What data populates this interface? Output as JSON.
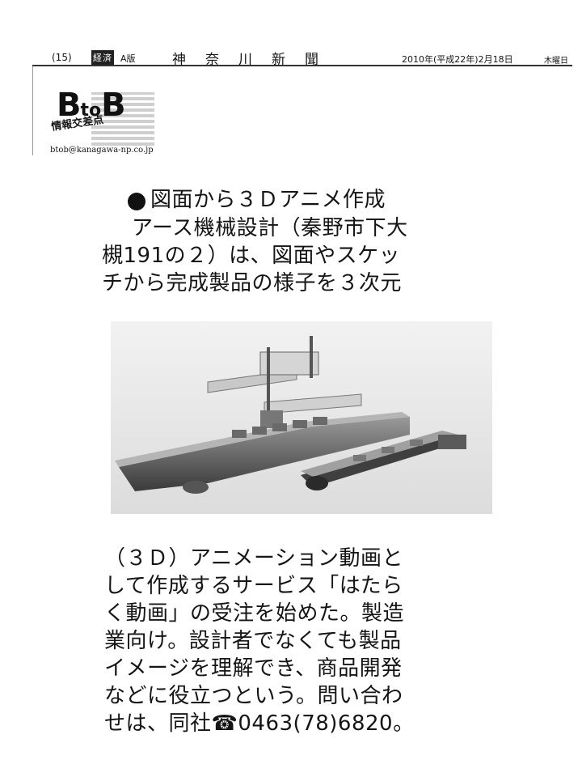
{
  "header": {
    "page": "(15)",
    "section": "経済",
    "edition": "A版",
    "paper": "神奈川新聞",
    "date": "2010年(平成22年)2月18日",
    "weekday": "木曜日"
  },
  "column": {
    "logo_b1": "B",
    "logo_to": "to",
    "logo_b2": "B",
    "subtitle": "情報交差点",
    "email": "btob@kanagawa-np.co.jp"
  },
  "article": {
    "headline": "図面から３Ｄアニメ作成",
    "lines_top": [
      "アース機械設計（秦野市下大",
      "槻191の２）は、図面やスケッ",
      "チから完成製品の様子を３次元"
    ],
    "lines_bottom": [
      "（３Ｄ）アニメーション動画と",
      "して作成するサービス「はたら",
      "く動画」の受注を始めた。製造",
      "業向け。設計者でなくても製品",
      "イメージを理解でき、商品開発",
      "などに役立つという。問い合わ",
      "せは、同社☎0463(78)6820。"
    ]
  }
}
